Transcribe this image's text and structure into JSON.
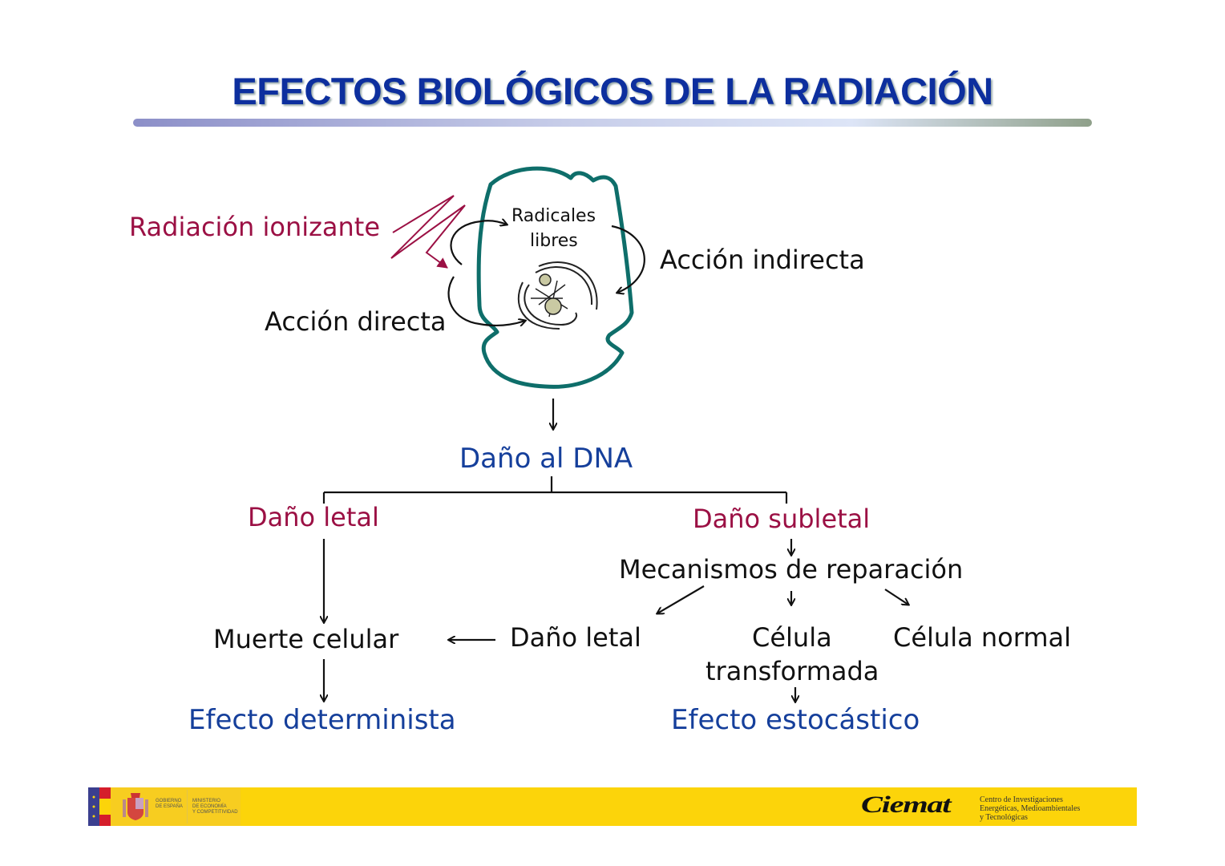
{
  "slide": {
    "title": "EFECTOS BIOLÓGICOS DE LA RADIACIÓN"
  },
  "diagram": {
    "cell_labels": {
      "radiation": "Radiación ionizante",
      "free_radicals_line1": "Radicales",
      "free_radicals_line2": "libres",
      "indirect_action": "Acción indirecta",
      "direct_action": "Acción directa"
    },
    "nodes": {
      "dna_damage": "Daño al DNA",
      "lethal_damage": "Daño letal",
      "sublethal_damage": "Daño subletal",
      "repair_mechanisms": "Mecanismos de reparación",
      "lethal_damage_2": "Daño letal",
      "transformed_cell_line1": "Célula",
      "transformed_cell_line2": "transformada",
      "normal_cell": "Célula normal",
      "cell_death": "Muerte celular",
      "deterministic_effect": "Efecto determinista",
      "stochastic_effect": "Efecto estocástico"
    },
    "colors": {
      "title": "#0d2f9e",
      "red_labels": "#9b1044",
      "blue_labels": "#153f9b",
      "cell_membrane": "#0e6e6a",
      "footer_bg": "#fcd40a"
    }
  },
  "footer": {
    "gov_line1": "GOBIERNO",
    "gov_line2": "DE ESPAÑA",
    "ministry_line1": "MINISTERIO",
    "ministry_line2": "DE ECONOMÍA",
    "ministry_line3": "Y COMPETITIVIDAD",
    "ciemat_logo": "Ciemat",
    "ciemat_line1": "Centro de Investigaciones",
    "ciemat_line2": "Energéticas, Medioambientales",
    "ciemat_line3": "y Tecnológicas"
  }
}
